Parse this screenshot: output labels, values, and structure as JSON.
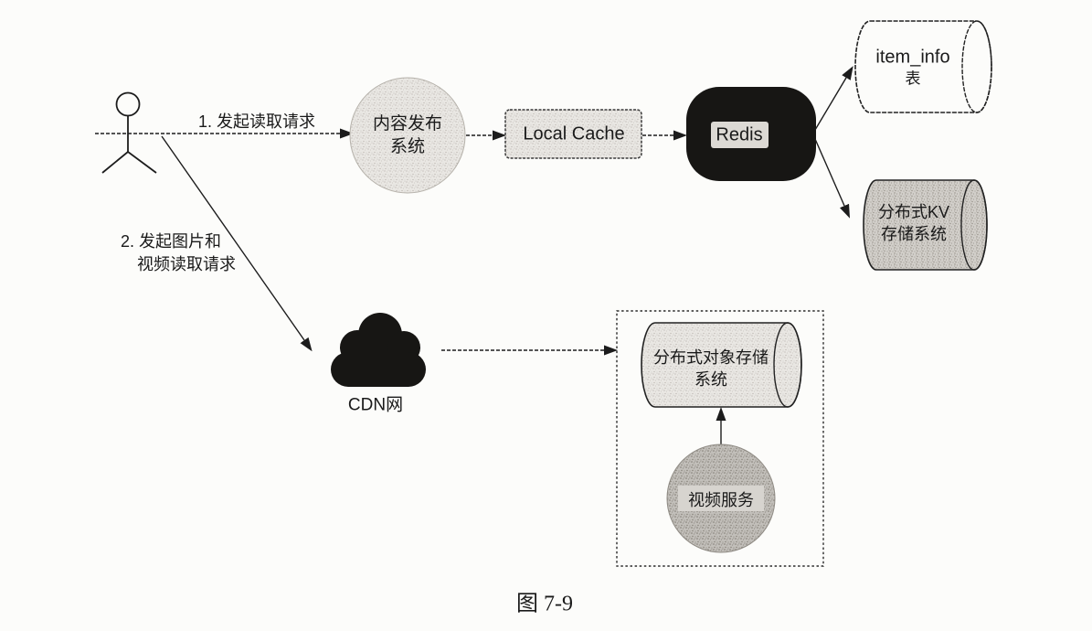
{
  "figure": {
    "caption": "图 7-9",
    "background": "#fcfcfa"
  },
  "colors": {
    "ink": "#1c1c1c",
    "dark_fill": "#171614",
    "stipple_light": "#e9e7e3",
    "stipple_medium": "#d2cfca",
    "stipple_dark": "#c2bfba"
  },
  "icons": {
    "actor": "user-stick-figure",
    "cdn": "cloud"
  },
  "edges": {
    "request1_label": "1. 发起读取请求",
    "request2_label_line1": "2. 发起图片和",
    "request2_label_line2": "视频读取请求"
  },
  "nodes": {
    "content_publish_system": {
      "line1": "内容发布",
      "line2": "系统"
    },
    "local_cache": {
      "label": "Local Cache"
    },
    "redis": {
      "label": "Redis"
    },
    "item_info_table": {
      "line1": "item_info",
      "line2": "表"
    },
    "kv_store": {
      "line1": "分布式KV",
      "line2": "存储系统"
    },
    "cdn": {
      "label": "CDN网"
    },
    "object_store": {
      "line1": "分布式对象存储",
      "line2": "系统"
    },
    "video_service": {
      "label": "视频服务"
    }
  }
}
